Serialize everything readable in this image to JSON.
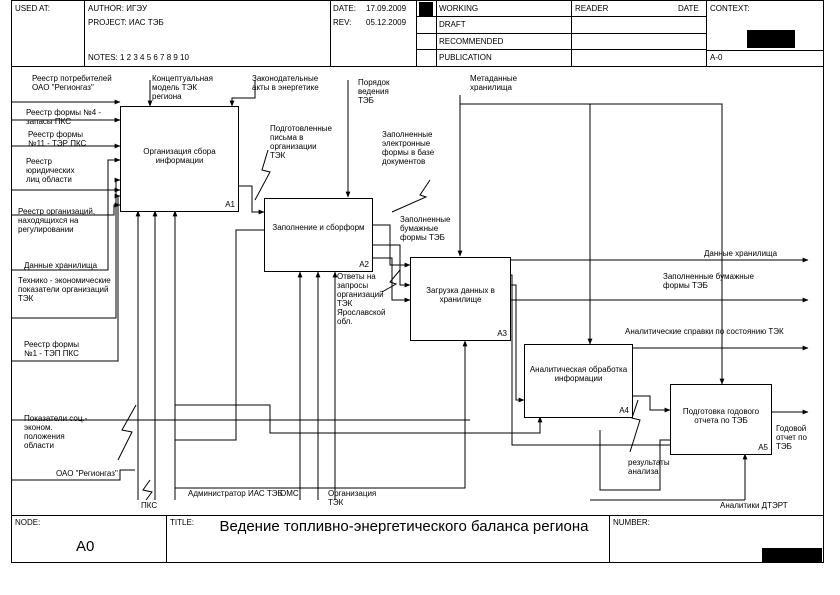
{
  "header": {
    "used_at": "USED AT:",
    "author": "AUTHOR:  ИГЭУ",
    "project": "PROJECT:   ИАС ТЭБ",
    "notes": "NOTES:  1  2  3  4  5  6  7  8  9  10",
    "date_label": "DATE:",
    "date_value": "17.09.2009",
    "rev_label": "REV:",
    "rev_value": "05.12.2009",
    "working": "WORKING",
    "draft": "DRAFT",
    "recommended": "RECOMMENDED",
    "publication": "PUBLICATION",
    "reader": "READER",
    "reader_date": "DATE",
    "context": "CONTEXT:",
    "context_node": "A-0"
  },
  "boxes": [
    {
      "title": "Организация сбора информации",
      "num": "A1"
    },
    {
      "title": "Заполнение и сборформ",
      "num": "A2"
    },
    {
      "title": "Загрузка данных в хранилище",
      "num": "A3"
    },
    {
      "title": "Аналитическая обработка информации",
      "num": "A4"
    },
    {
      "title": "Подготовка годового отчета по ТЭБ",
      "num": "A5"
    }
  ],
  "inputs": [
    "Реестр потребителей ОАО \"Регионгаз\"",
    "Реестр формы №4 - запасы ПКС",
    "Реестр формы №11 - ТЭР ПКС",
    "Реестр юридических лиц области",
    "Реестр организаций, находящихся на регулировании",
    "Данные хранилища",
    "Технико - экономические показатели организаций ТЭК",
    "Реестр формы №1 - ТЭП ПКС",
    "Показатели соц.-эконом. положения области",
    "ОАО \"Регионгаз\""
  ],
  "controls": [
    "Концептуальная модель ТЭК региона",
    "Законодательные акты в энергетике",
    "Порядок ведения ТЭБ",
    "Метаданные хранилища"
  ],
  "arrows": [
    "Подготовленные письма в организации ТЭК",
    "Заполненные электронные формы в базе документов",
    "Заполненные бумажные формы ТЭБ",
    "Ответы на запросы организаций ТЭК Ярославской обл.",
    "результаты анализа"
  ],
  "outputs": [
    "Данные хранилища",
    "Заполненные бумажные формы ТЭБ",
    "Аналитические справки по состоянию ТЭК",
    "Годовой отчет по ТЭБ"
  ],
  "mechanisms": [
    "ПКС",
    "Администратор ИАС ТЭБ",
    "ОМС",
    "Организация ТЭК",
    "Аналитики ДТЭРТ"
  ],
  "footer": {
    "node_label": "NODE:",
    "node_value": "A0",
    "title_label": "TITLE:",
    "title_value": "Ведение топливно-энергетического баланса региона",
    "number_label": "NUMBER:"
  }
}
